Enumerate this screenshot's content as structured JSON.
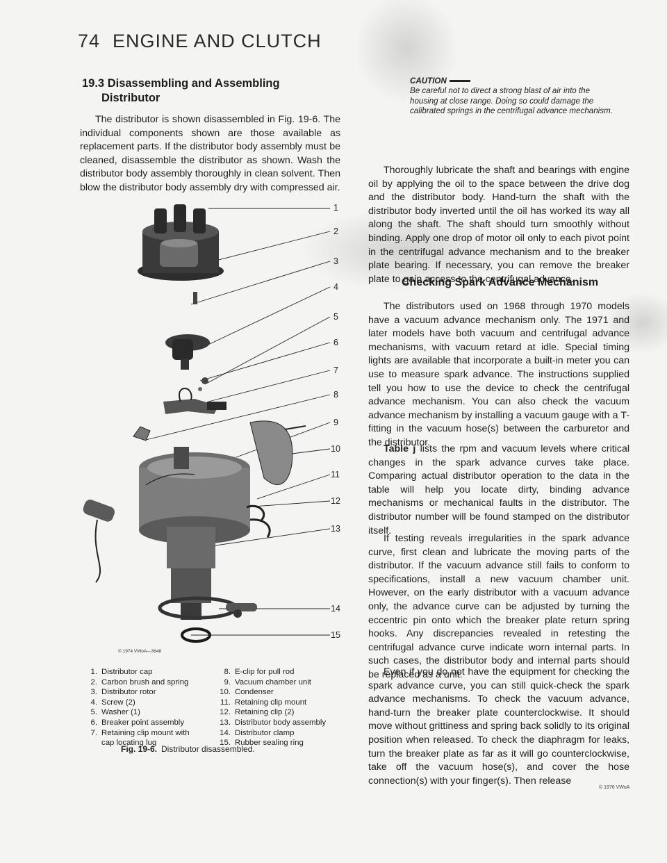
{
  "header": {
    "page_number": "74",
    "title": "ENGINE AND CLUTCH"
  },
  "section": {
    "heading_line1": "19.3 Disassembling and Assembling",
    "heading_line2": "Distributor",
    "intro": "The distributor is shown disassembled in Fig. 19-6. The individual components shown are those available as replacement parts. If the distributor body assembly must be cleaned, disassemble the distributor as shown. Wash the distributor body assembly thoroughly in clean solvent. Then blow the distributor body assembly dry with compressed air."
  },
  "figure": {
    "callouts": [
      "1",
      "2",
      "3",
      "4",
      "5",
      "6",
      "7",
      "8",
      "9",
      "10",
      "11",
      "12",
      "13",
      "14",
      "15"
    ],
    "copyright": "© 1974 VWoA—3648",
    "caption_label": "Fig. 19-6.",
    "caption_text": "Distributor disassembled."
  },
  "parts_left": [
    {
      "n": "1.",
      "label": "Distributor cap"
    },
    {
      "n": "2.",
      "label": "Carbon brush and spring"
    },
    {
      "n": "3.",
      "label": "Distributor rotor"
    },
    {
      "n": "4.",
      "label": "Screw (2)"
    },
    {
      "n": "5.",
      "label": "Washer (1)"
    },
    {
      "n": "6.",
      "label": "Breaker point assembly"
    },
    {
      "n": "7.",
      "label": "Retaining clip mount with"
    },
    {
      "n": "",
      "label": "cap locating lug"
    }
  ],
  "parts_right": [
    {
      "n": "8.",
      "label": "E-clip for pull rod"
    },
    {
      "n": "9.",
      "label": "Vacuum chamber unit"
    },
    {
      "n": "10.",
      "label": "Condenser"
    },
    {
      "n": "11.",
      "label": "Retaining clip mount"
    },
    {
      "n": "12.",
      "label": "Retaining clip (2)"
    },
    {
      "n": "13.",
      "label": "Distributor body assembly"
    },
    {
      "n": "14.",
      "label": "Distributor clamp"
    },
    {
      "n": "15.",
      "label": "Rubber sealing ring"
    }
  ],
  "caution": {
    "title": "CAUTION",
    "text": "Be careful not to direct a strong blast of air into the housing at close range. Doing so could damage the calibrated springs in the centrifugal advance mechanism."
  },
  "right_paragraphs": {
    "lubricate": "Thoroughly lubricate the shaft and bearings with engine oil by applying the oil to the space between the drive dog and the distributor body. Hand-turn the shaft with the distributor body inverted until the oil has worked its way all along the shaft. The shaft should turn smoothly without binding. Apply one drop of motor oil only to each pivot point in the centrifugal advance mechanism and to the breaker plate bearing. If necessary, you can remove the breaker plate to gain access to the centrifugal advance.",
    "subheading": "Checking Spark Advance Mechanism",
    "check1": "The distributors used on 1968 through 1970 models have a vacuum advance mechanism only. The 1971 and later models have both vacuum and centrifugal advance mechanisms, with vacuum retard at idle. Special timing lights are available that incorporate a built-in meter you can use to measure spark advance. The instructions supplied tell you how to use the device to check the centrifugal advance mechanism. You can also check the vacuum advance mechanism by installing a vacuum gauge with a T-fitting in the vacuum hose(s) between the carburetor and the distributor.",
    "table_bold": "Table j",
    "table_text": " lists the rpm and vacuum levels where critical changes in the spark advance curves take place. Comparing actual distributor operation to the data in the table will help you locate dirty, binding advance mechanisms or mechanical faults in the distributor. The distributor number will be found stamped on the distributor itself.",
    "testing": "If testing reveals irregularities in the spark advance curve, first clean and lubricate the moving parts of the distributor. If the vacuum advance still fails to conform to specifications, install a new vacuum chamber unit. However, on the early distributor with a vacuum advance only, the advance curve can be adjusted by turning the eccentric pin onto which the breaker plate return spring hooks. Any discrepancies revealed in retesting the centrifugal advance curve indicate worn internal parts. In such cases, the distributor body and internal parts should be replaced as a unit.",
    "even": "Even if you do not have the equipment for checking the spark advance curve, you can still quick-check the spark advance mechanisms. To check the vacuum advance, hand-turn the breaker plate counterclockwise. It should move without grittiness and spring back solidly to its original position when released. To check the diaphragm for leaks, turn the breaker plate as far as it will go counterclockwise, take off the vacuum hose(s), and cover the hose connection(s) with your finger(s). Then release"
  },
  "copyright_right": "© 1976 VWoA"
}
